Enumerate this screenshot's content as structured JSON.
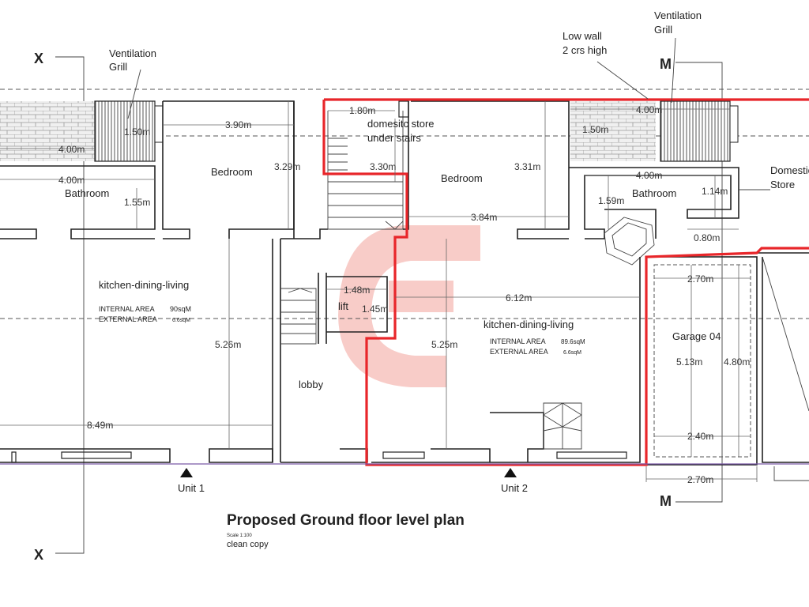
{
  "section_marks": {
    "x": "X",
    "m": "M"
  },
  "labels": {
    "vent_left": [
      "Ventilation",
      "Grill"
    ],
    "vent_right": [
      "Ventilation",
      "Grill"
    ],
    "low_wall": [
      "Low wall",
      "2 crs high"
    ],
    "store": [
      "domesitc store",
      "under stairs"
    ],
    "bedroom": "Bedroom",
    "bathroom": "Bathroom",
    "kdl": "kitchen-dining-living",
    "lift": "lift",
    "lobby": "lobby",
    "garage": "Garage 04",
    "domestic_store": [
      "Domestic",
      "Store"
    ],
    "unit1": "Unit 1",
    "unit2": "Unit 2",
    "title": "Proposed Ground floor level plan",
    "scale": "Scale 1:100",
    "clean": "clean copy"
  },
  "areas": {
    "unit1": {
      "internal_label": "INTERNAL AREA",
      "internal_value": "90sqM",
      "external_label": "EXTERNAL AREA",
      "external_value": "6.6sqM"
    },
    "unit2": {
      "internal_label": "INTERNAL AREA",
      "internal_value": "89.6sqM",
      "external_label": "EXTERNAL AREA",
      "external_value": "6.6sqM"
    }
  },
  "dimensions": {
    "d_150_left": "1.50m",
    "d_400_brick": "4.00m",
    "d_400_bath": "4.00m",
    "d_155": "1.55m",
    "d_390": "3.90m",
    "d_329": "3.29m",
    "d_526": "5.26m",
    "d_849": "8.49m",
    "d_180": "1.80m",
    "d_330": "3.30m",
    "d_331": "3.31m",
    "d_384": "3.84m",
    "d_148": "1.48m",
    "d_145": "1.45m",
    "d_612": "6.12m",
    "d_525": "5.25m",
    "d_400_top": "4.00m",
    "d_150_right": "1.50m",
    "d_400_bath2": "4.00m",
    "d_159": "1.59m",
    "d_114": "1.14m",
    "d_080": "0.80m",
    "d_270_top": "2.70m",
    "d_513": "5.13m",
    "d_480": "4.80m",
    "d_240": "2.40m",
    "d_270_bot": "2.70m"
  },
  "colors": {
    "boundary": "#e8262a",
    "watermark": "#f7b4ae",
    "brick_fill": "#e9e9e9"
  }
}
